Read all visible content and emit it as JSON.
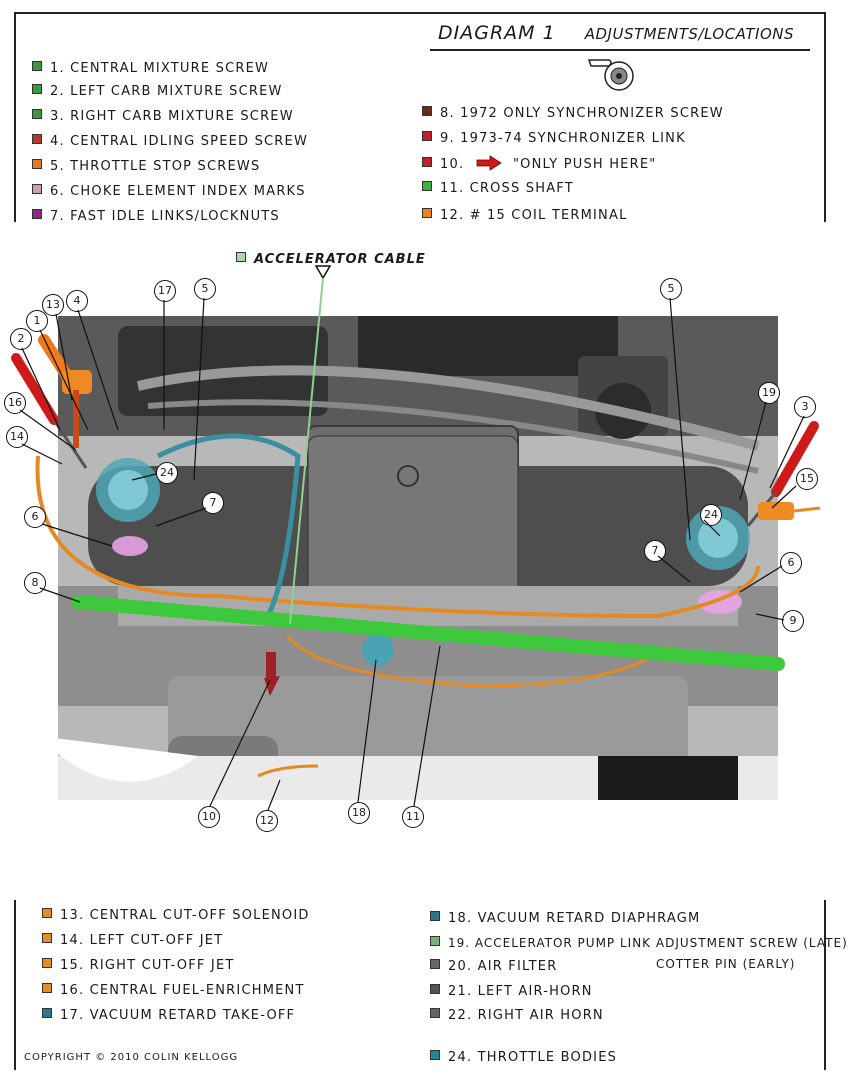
{
  "header": {
    "title": "DIAGRAM 1",
    "subtitle": "ADJUSTMENTS/LOCATIONS"
  },
  "legend_top_left": [
    {
      "text": "1. CENTRAL MIXTURE SCREW",
      "color": "#3c9a3c"
    },
    {
      "text": "2. LEFT CARB MIXTURE SCREW",
      "color": "#3c9a3c"
    },
    {
      "text": "3. RIGHT CARB MIXTURE SCREW",
      "color": "#3c9a3c"
    },
    {
      "text": "4. CENTRAL IDLING SPEED SCREW",
      "color": "#b5392a"
    },
    {
      "text": "5. THROTTLE STOP SCREWS",
      "color": "#e07a2a"
    },
    {
      "text": "6. CHOKE ELEMENT INDEX MARKS",
      "color": "#c9a0a8"
    },
    {
      "text": "7. FAST IDLE LINKS/LOCKNUTS",
      "color": "#8a2a8a"
    }
  ],
  "legend_top_right": [
    {
      "text": "8. 1972 ONLY SYNCHRONIZER SCREW",
      "color": "#6b2a1e"
    },
    {
      "text": "9. 1973-74 SYNCHRONIZER LINK",
      "color": "#c0202a"
    },
    {
      "text": "10.",
      "extra": "\"ONLY PUSH HERE\"",
      "color": "#c0202a"
    },
    {
      "text": "11. CROSS SHAFT",
      "color": "#39b539"
    },
    {
      "text": "12. # 15 COIL TERMINAL",
      "color": "#e88a1a"
    }
  ],
  "legend_bottom_left": [
    {
      "text": "13. CENTRAL CUT-OFF SOLENOID",
      "color": "#e88a2a"
    },
    {
      "text": "14. LEFT CUT-OFF JET",
      "color": "#e88a2a"
    },
    {
      "text": "15. RIGHT CUT-OFF JET",
      "color": "#e88a2a"
    },
    {
      "text": "16. CENTRAL FUEL-ENRICHMENT",
      "color": "#e88a2a"
    },
    {
      "text": "17. VACUUM RETARD TAKE-OFF",
      "color": "#2a7a8a"
    }
  ],
  "legend_bottom_right": [
    {
      "text": "18. VACUUM RETARD DIAPHRAGM",
      "color": "#2a7a8a"
    },
    {
      "text": "19. ACCELERATOR PUMP LINK ADJUSTMENT SCREW (LATE)",
      "extra": "COTTER PIN (EARLY)",
      "color": "#7ab07a"
    },
    {
      "text": "20. AIR FILTER",
      "color": "#666666"
    },
    {
      "text": "21. LEFT AIR-HORN",
      "color": "#555555"
    },
    {
      "text": "22. RIGHT AIR HORN",
      "color": "#666666"
    },
    {
      "text": "24. THROTTLE BODIES",
      "color": "#1f8a8a"
    }
  ],
  "accelerator_label": "ACCELERATOR CABLE",
  "callouts": [
    "1",
    "2",
    "3",
    "4",
    "5",
    "5",
    "6",
    "6",
    "7",
    "7",
    "8",
    "9",
    "10",
    "11",
    "12",
    "13",
    "14",
    "15",
    "16",
    "17",
    "18",
    "19",
    "24",
    "24"
  ],
  "copyright": "COPYRIGHT © 2010 COLIN KELLOGG"
}
